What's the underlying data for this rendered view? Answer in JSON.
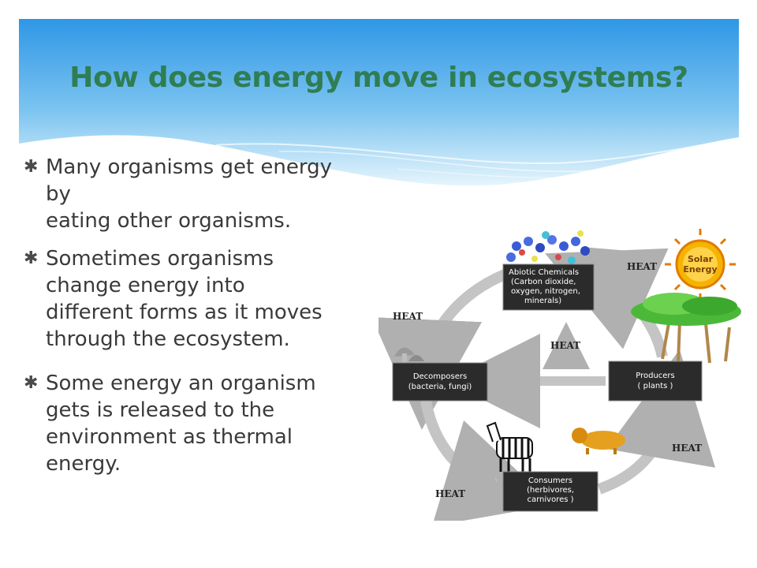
{
  "slide": {
    "title": "How does energy move in ecosystems?",
    "bullets": [
      {
        "lines": [
          "Many organisms get energy",
          "by",
          "eating other organisms."
        ]
      },
      {
        "lines": [
          "Sometimes organisms",
          "change energy into",
          "different forms as it moves",
          "through the ecosystem."
        ]
      },
      {
        "lines": [
          "Some energy an organism",
          "gets is released to the",
          "environment as thermal",
          "energy."
        ]
      }
    ]
  },
  "diagram": {
    "boxes": {
      "abiotic": [
        "Abiotic Chemicals",
        "(Carbon dioxide,",
        "oxygen, nitrogen,",
        "minerals)"
      ],
      "decomposers": [
        "Decomposers",
        "(bacteria, fungi)"
      ],
      "producers": [
        "Producers",
        "( plants )"
      ],
      "consumers": [
        "Consumers",
        "(herbivores,",
        "carnivores )"
      ]
    },
    "heat_labels": [
      "HEAT",
      "HEAT",
      "HEAT",
      "HEAT",
      "HEAT"
    ],
    "sun_label": [
      "Solar",
      "Energy"
    ]
  },
  "colors": {
    "title": "#2f7d52",
    "header_top": "#3aa0e8",
    "header_bottom": "#dff1fb",
    "box": "#2b2b2b",
    "arrow": "#b8b8b8"
  }
}
